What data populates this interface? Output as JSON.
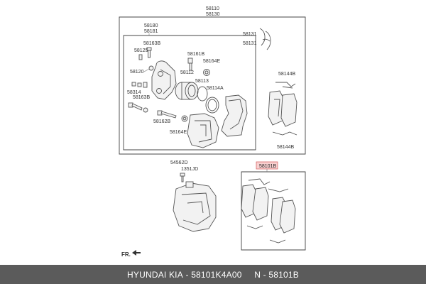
{
  "labels": {
    "main_assembly": "58110",
    "main_assembly_sub": "58130",
    "carrier": "58180",
    "carrier_sub": "58181",
    "guide_bolt_top": "58163B",
    "bleeder_cap": "58125",
    "bleeder": "58120",
    "bracket_bolt": "58314",
    "guide_bolt_left": "58163B",
    "pin_upper": "58161B",
    "boot_upper": "58164E",
    "piston": "58112",
    "piston_seal": "58113",
    "dust_boot": "58114A",
    "pin_lower": "58162B",
    "boot_lower": "58164E",
    "shim_a": "58131",
    "shim_b": "58131",
    "clip_upper": "58144B",
    "clip_lower": "58144B",
    "hose_bolt": "54562D",
    "washer": "1351JD",
    "pad_kit": "58101B"
  },
  "direction": "FR.",
  "footer": {
    "brand": "HYUNDAI KIA",
    "part": "58101K4A00",
    "ref": "N - 58101B"
  },
  "colors": {
    "highlight_fill": "#f8d0d0",
    "highlight_border": "#d86a6a",
    "footer_bg": "#5b5b5b"
  }
}
